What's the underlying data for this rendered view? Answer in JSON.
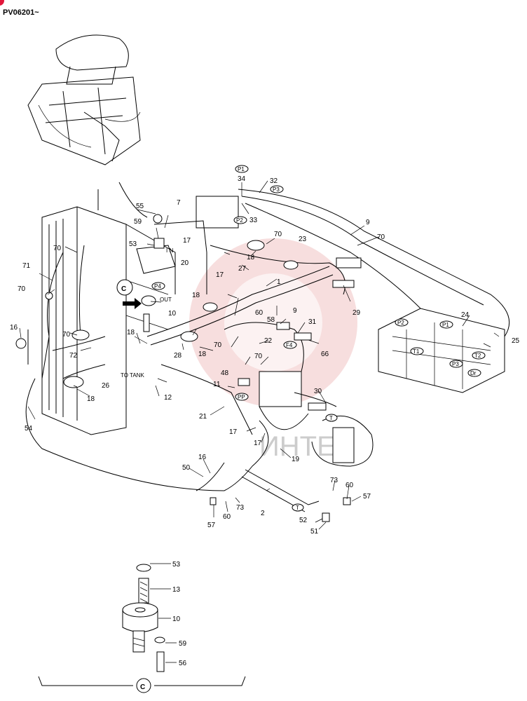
{
  "header": {
    "serial": "PV06201~"
  },
  "view_tag": "C",
  "text_labels": {
    "in": "I N",
    "out": "OUT",
    "to_tank": "TO TANK"
  },
  "watermark": "ИНТЕХ",
  "port_tags": {
    "p1_top": "P1",
    "p3_top": "P3",
    "p2_top": "P2",
    "p4": "P4",
    "f4": "F4",
    "pp": "PP",
    "t_pump": "T",
    "t_return": "T",
    "p2_valve": "P2",
    "p1_valve": "P1",
    "t1": "T1",
    "t2": "T2",
    "p3_valve": "P3",
    "dr": "Dr"
  },
  "callouts": {
    "c1": "1",
    "c2": "2",
    "c7": "7",
    "c9a": "9",
    "c9b": "9",
    "c10": "10",
    "c11": "11",
    "c12": "12",
    "c16a": "16",
    "c16b": "16",
    "c17a": "17",
    "c17b": "17",
    "c17c": "17",
    "c17d": "17",
    "c18a": "18",
    "c18b": "18",
    "c18c": "18",
    "c18d": "18",
    "c18e": "18",
    "c19": "19",
    "c20": "20",
    "c21": "21",
    "c22": "22",
    "c23": "23",
    "c24": "24",
    "c25": "25",
    "c26": "26",
    "c27": "27",
    "c28": "28",
    "c29": "29",
    "c30": "30",
    "c31": "31",
    "c32": "32",
    "c33": "33",
    "c34": "34",
    "c48": "48",
    "c50": "50",
    "c51": "51",
    "c52": "52",
    "c53": "53",
    "c54": "54",
    "c55": "55",
    "c57a": "57",
    "c57b": "57",
    "c58": "58",
    "c59": "59",
    "c60a": "60",
    "c60b": "60",
    "c60c": "60",
    "c66": "66",
    "c70a": "70",
    "c70b": "70",
    "c70c": "70",
    "c70d": "70",
    "c70e": "70",
    "c70f": "70",
    "c70g": "70",
    "c71": "71",
    "c72": "72",
    "c73a": "73",
    "c73b": "73"
  },
  "detail_callouts": {
    "d53": "53",
    "d13": "13",
    "d10": "10",
    "d59": "59",
    "d56": "56"
  },
  "colors": {
    "ink": "#000000",
    "watermark": "#e8a0a0",
    "corner_badge": "#e2173b"
  }
}
